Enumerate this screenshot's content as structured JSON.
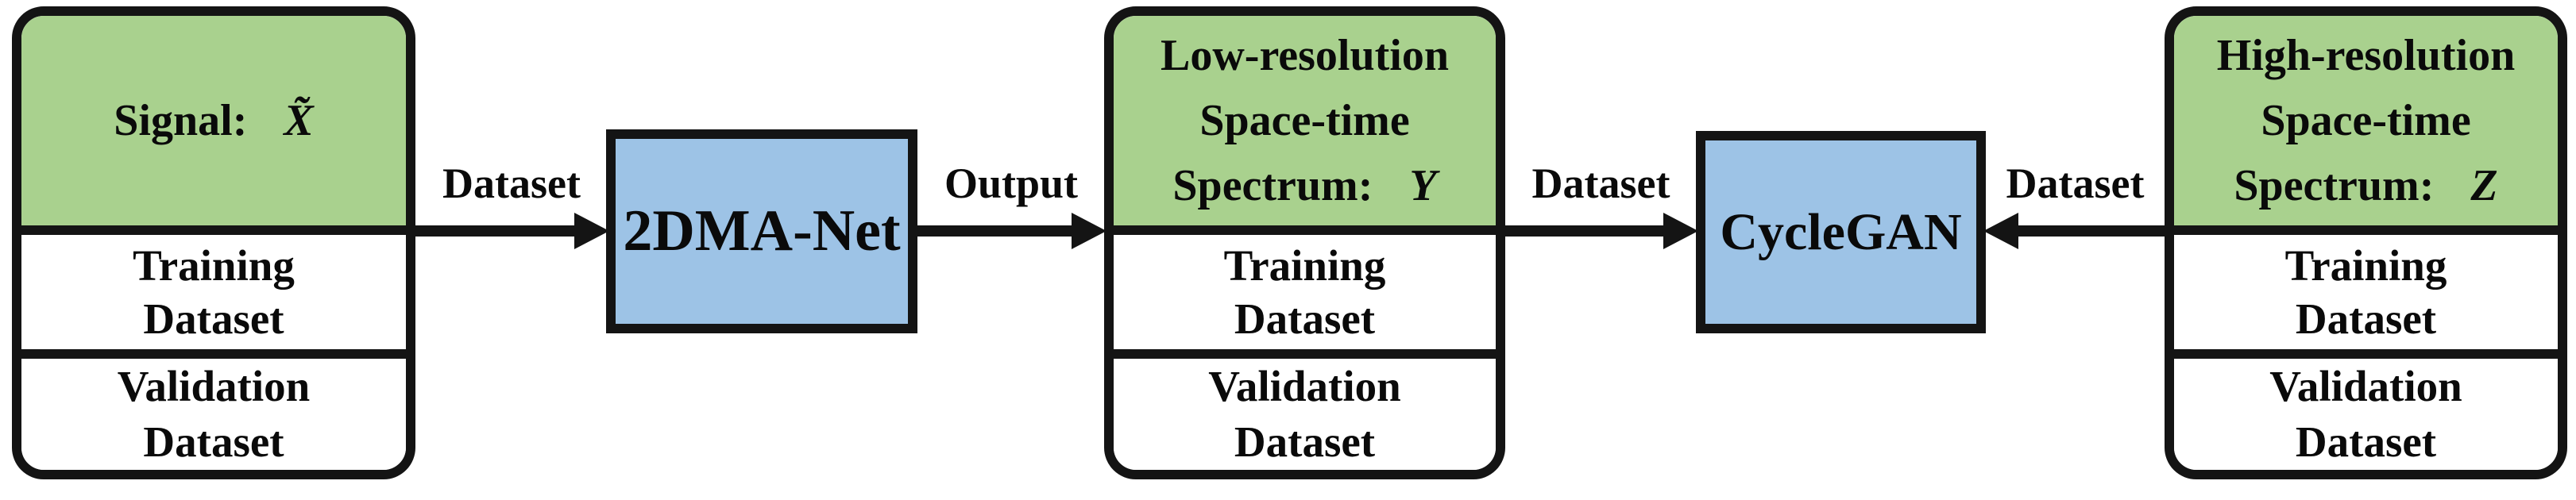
{
  "diagram": {
    "colors": {
      "green": "#A9D18E",
      "blue": "#9DC3E6",
      "line": "#141414"
    },
    "dataset_boxes": [
      {
        "title_line1": "Signal:",
        "variable": "X̃",
        "training_line1": "Training",
        "training_line2": "Dataset",
        "validation_line1": "Validation",
        "validation_line2": "Dataset"
      },
      {
        "title_line1": "Low-resolution",
        "title_line2": "Space-time",
        "title_line3": "Spectrum:",
        "variable": "Y",
        "training_line1": "Training",
        "training_line2": "Dataset",
        "validation_line1": "Validation",
        "validation_line2": "Dataset"
      },
      {
        "title_line1": "High-resolution",
        "title_line2": "Space-time",
        "title_line3": "Spectrum:",
        "variable": "Z",
        "training_line1": "Training",
        "training_line2": "Dataset",
        "validation_line1": "Validation",
        "validation_line2": "Dataset"
      }
    ],
    "process_nodes": [
      {
        "label": "2DMA-Net"
      },
      {
        "label": "CycleGAN"
      }
    ],
    "flow_labels": [
      {
        "label": "Dataset"
      },
      {
        "label": "Output"
      },
      {
        "label": "Dataset"
      },
      {
        "label": "Dataset"
      }
    ]
  }
}
